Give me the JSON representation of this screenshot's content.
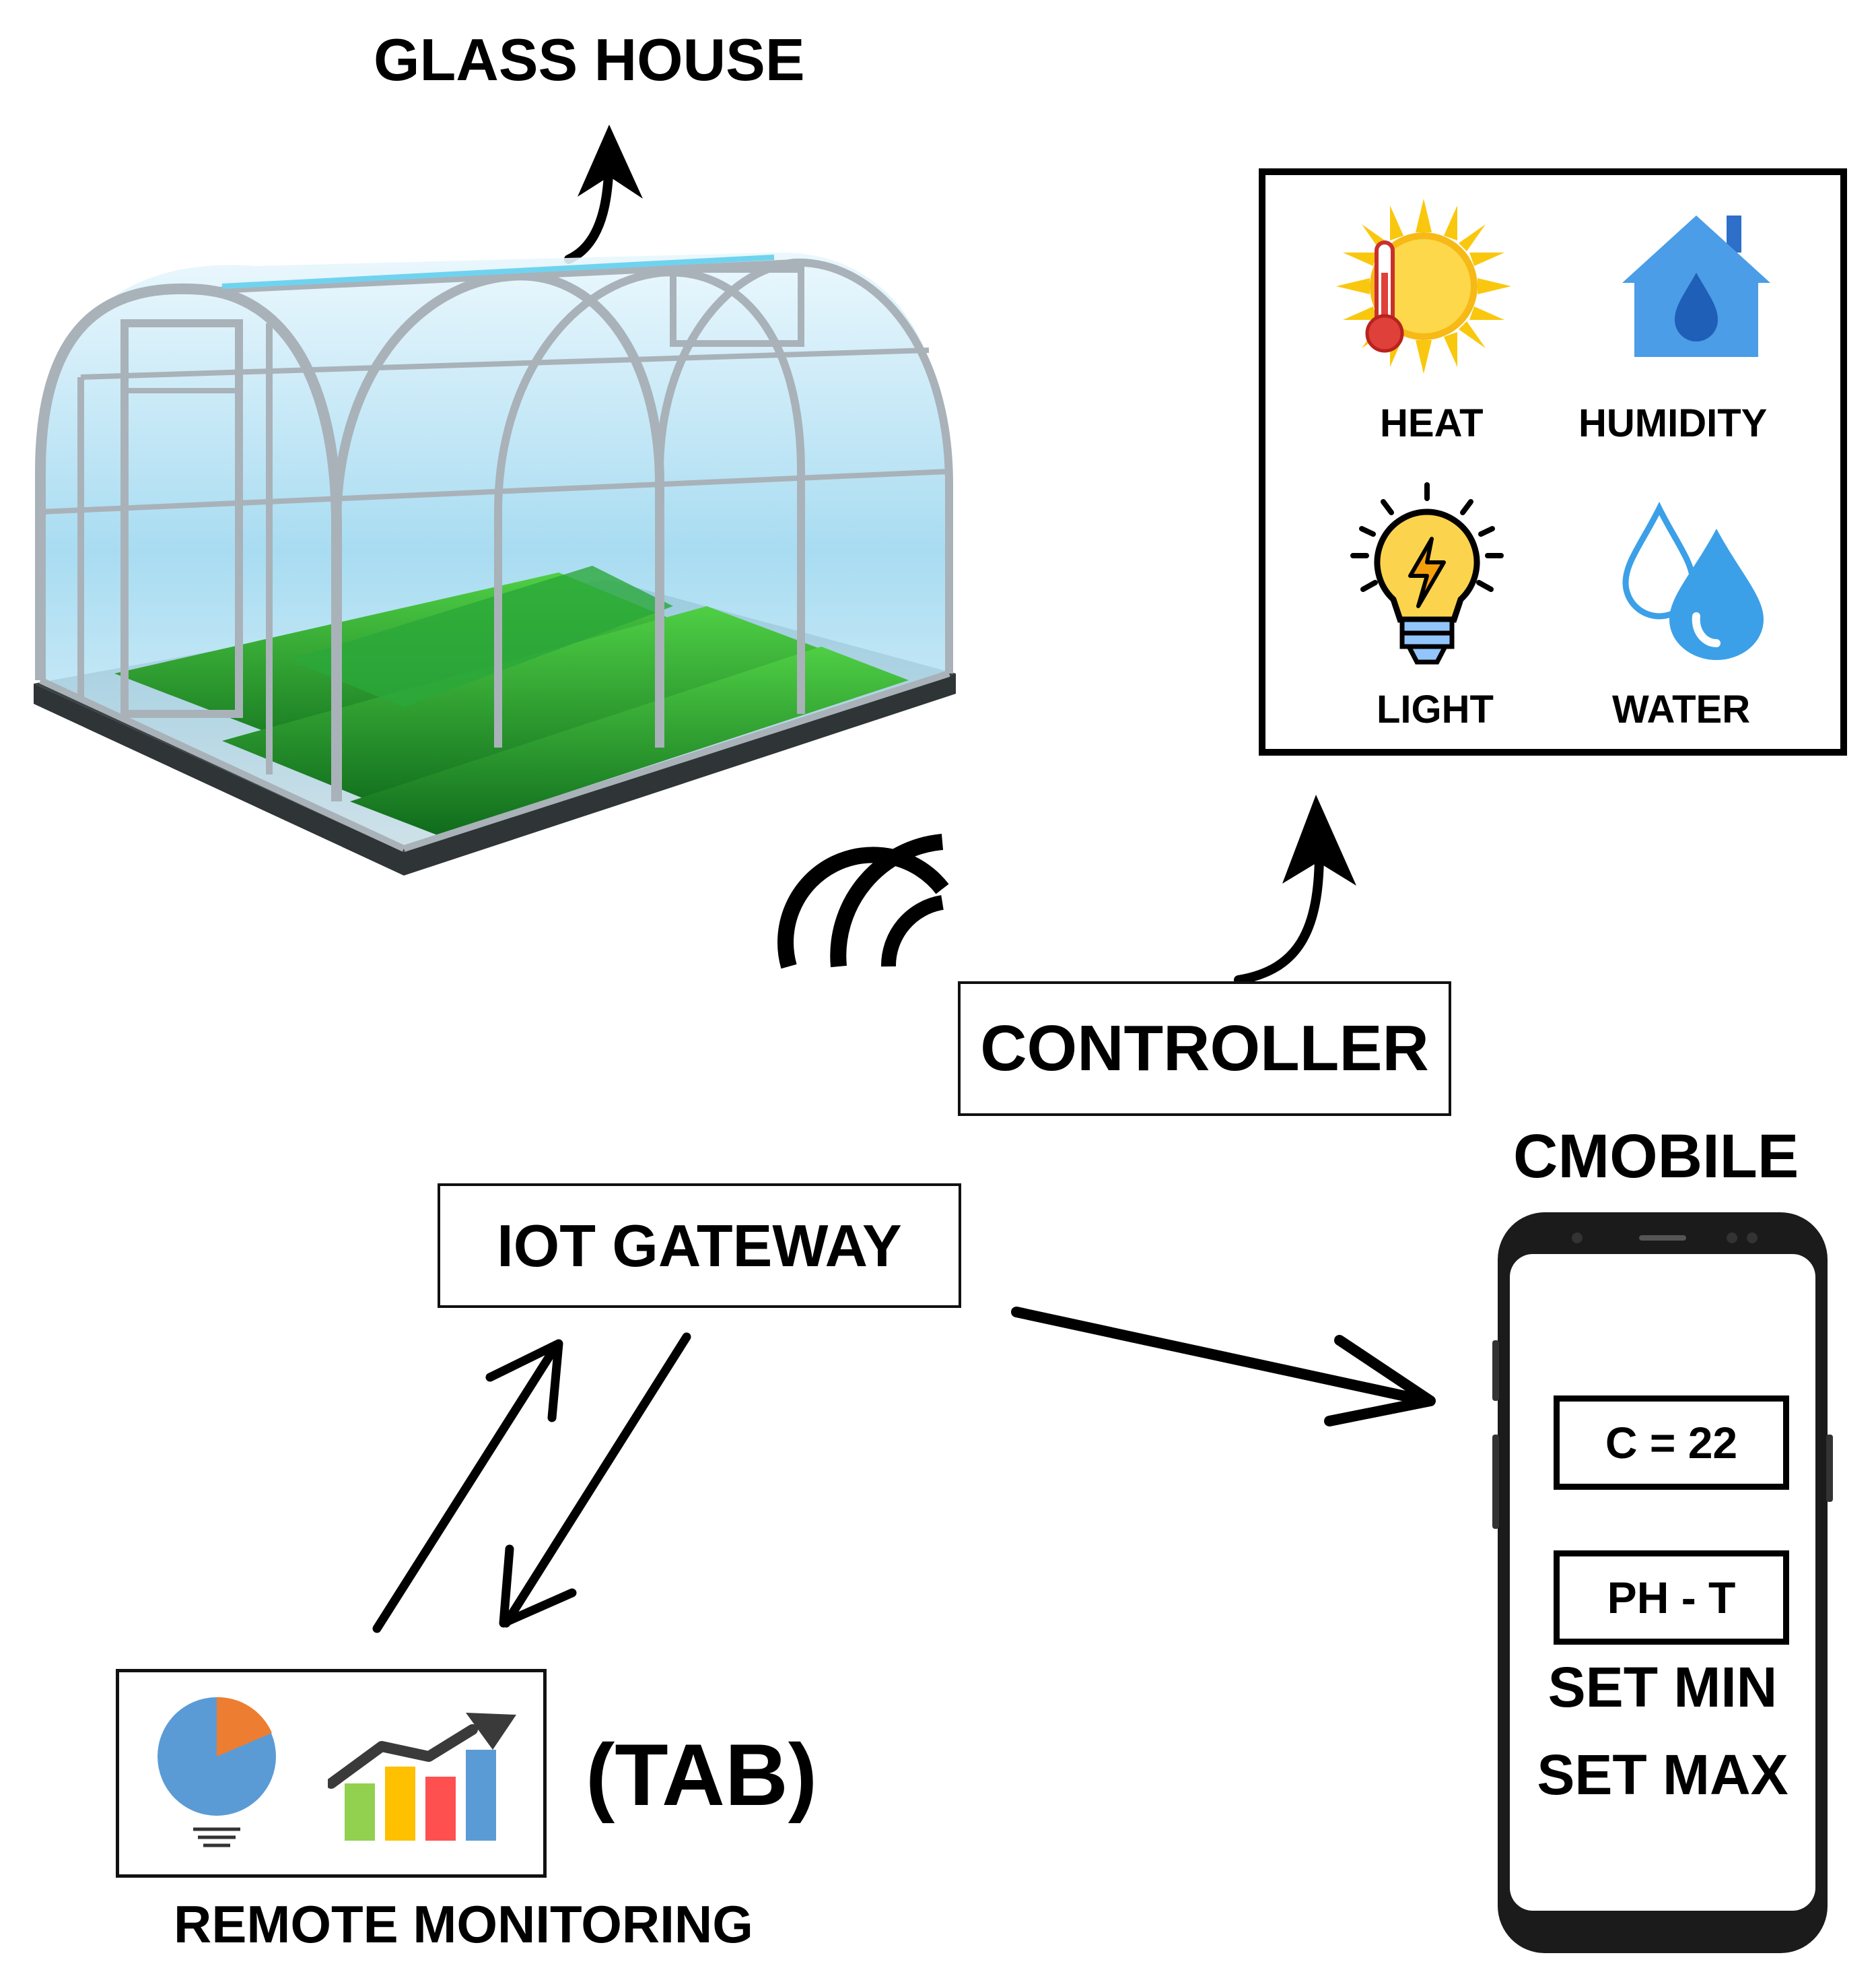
{
  "glass_house": {
    "label": "GLASS HOUSE"
  },
  "controller_panel": {
    "items": [
      {
        "label": "HEAT",
        "icon": "sun-thermometer-icon"
      },
      {
        "label": "HUMIDITY",
        "icon": "house-water-drop-icon"
      },
      {
        "label": "LIGHT",
        "icon": "light-bulb-icon"
      },
      {
        "label": "WATER",
        "icon": "water-drops-icon"
      }
    ]
  },
  "controller": {
    "label": "CONTROLLER"
  },
  "iot_gateway": {
    "label": "IOT GATEWAY"
  },
  "mobile": {
    "title": "CMOBILE",
    "reading_c": "C = 22",
    "reading_ph": "PH - T",
    "set_min": "SET MIN",
    "set_max": "SET MAX"
  },
  "remote": {
    "tab_label": "(TAB)",
    "caption": "REMOTE MONITORING"
  },
  "colors": {
    "sky": "#bfe6f7",
    "grass": "#1f8f2a",
    "frame": "#9aa3ab",
    "sun": "#f7c51e",
    "water_blue": "#2d8fe0",
    "pie_blue": "#5b9bd5",
    "pie_orange": "#ed7d31"
  }
}
